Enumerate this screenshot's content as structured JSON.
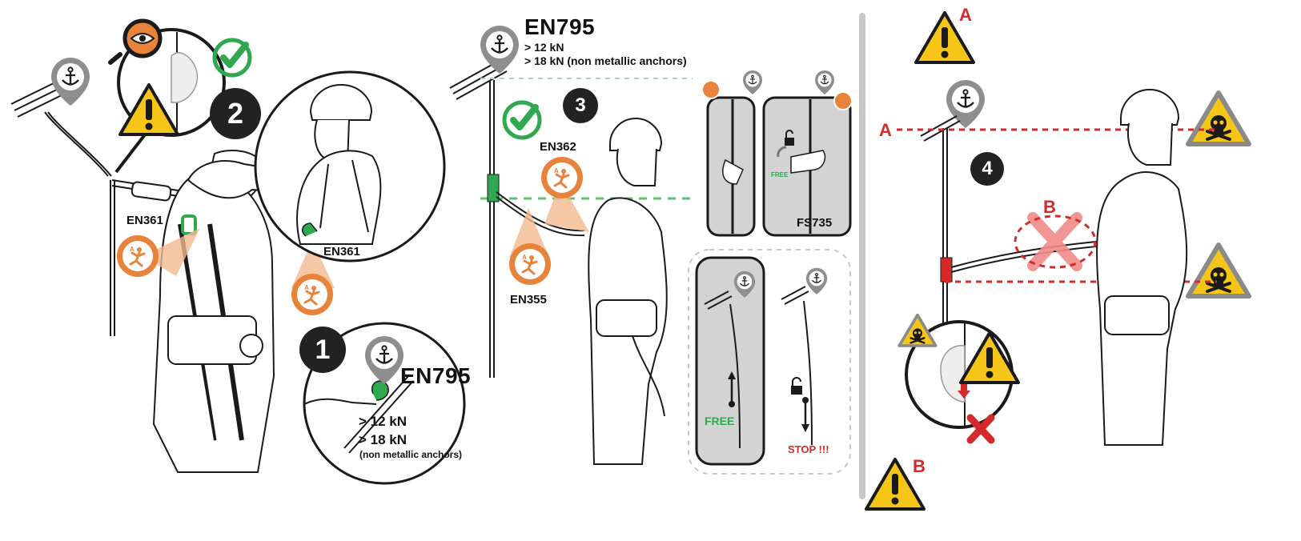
{
  "colors": {
    "line": "#1a1a1a",
    "orange": "#e8833c",
    "orange_light": "#f4b98e",
    "green": "#2fa84f",
    "red": "#d62a2a",
    "yellow": "#f5c518",
    "grey_panel": "#d3d3d3",
    "anchor_pin": "#8e8e8e"
  },
  "steps": {
    "s1": "1",
    "s2": "2",
    "s3": "3",
    "s4": "4"
  },
  "panel_1_2": {
    "device_label_left": "EN361",
    "device_label_right": "EN361",
    "anchor_standard": "EN795",
    "strength_line_1": "> 12 kN",
    "strength_line_2": "> 18 kN",
    "strength_note": "(non metallic anchors)"
  },
  "panel_3": {
    "anchor_standard": "EN795",
    "strength_line_1": "> 12 kN",
    "strength_line_2": "> 18 kN (non metallic anchors)",
    "lanyard_label": "EN362",
    "fall_arrester_label": "EN355",
    "device_model": "FS735",
    "free_small": "FREE",
    "free_label": "FREE",
    "stop_label": "STOP !!!"
  },
  "panel_4": {
    "warning_a_letter": "A",
    "warning_b_letter": "B",
    "line_a_label": "A",
    "zone_b_label": "B"
  },
  "icons": [
    "anchor-icon",
    "eye-icon",
    "checkmark-icon",
    "warning-icon",
    "skull-crossbones-icon",
    "padlock-icon",
    "fall-arrest-icon",
    "cross-icon"
  ]
}
